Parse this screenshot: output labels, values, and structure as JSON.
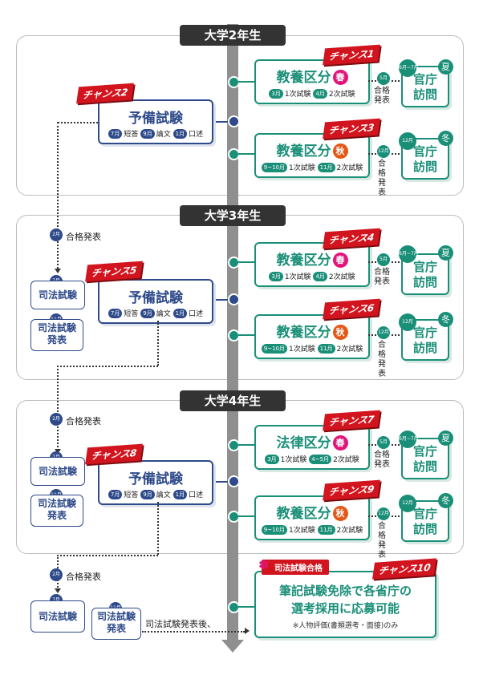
{
  "years": [
    "大学2年生",
    "大学3年生",
    "大学4年生"
  ],
  "chances": [
    "チャンス1",
    "チャンス2",
    "チャンス3",
    "チャンス4",
    "チャンス5",
    "チャンス6",
    "チャンス7",
    "チャンス8",
    "チャンス9",
    "チャンス10"
  ],
  "kyoyo": {
    "title": "教養区分",
    "spring": "春",
    "autumn": "秋",
    "first": "1次試験",
    "second": "2次試験",
    "m3": "3月",
    "m4": "4月",
    "m910": "9~10月",
    "m11": "11月"
  },
  "horitsu": {
    "title": "法律区分",
    "spring": "春",
    "m3": "3月",
    "m45": "4~5月"
  },
  "yobi": {
    "title": "予備試験",
    "tanto": "短答",
    "ronbun": "論文",
    "koujutsu": "口述",
    "m7": "7月",
    "m9": "9月",
    "m1": "1月"
  },
  "result": {
    "announce": "合格発表",
    "m5": "5月",
    "m12": "12月"
  },
  "office": {
    "line1": "官庁",
    "line2": "訪問",
    "summer": "夏",
    "winter": "冬",
    "m67": "6月~7月",
    "m12": "12月"
  },
  "shiho": {
    "exam": "司法試験",
    "announce_l1": "司法試験",
    "announce_l2": "発表",
    "m7": "7月",
    "m11": "11月"
  },
  "gokaku": {
    "month": "2月",
    "label": "合格発表"
  },
  "final": {
    "badge": "司法試験合格",
    "line1": "筆記試験免除で各省庁の",
    "line2": "選考採用に応募可能",
    "note": "※人物評価(書類選考・面接)のみ",
    "after": "司法試験発表後、"
  }
}
